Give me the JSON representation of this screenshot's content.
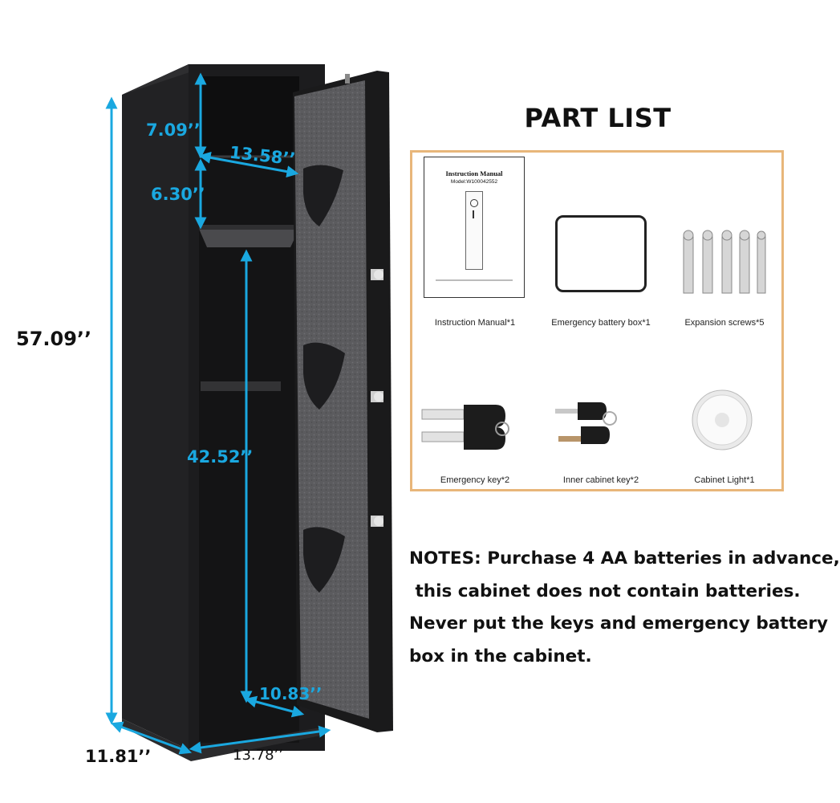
{
  "dimensions": {
    "height_total": "57.09’’",
    "top_compartment": "7.09’’",
    "top_width": "13.58’’",
    "second_compartment": "6.30’’",
    "lower_height": "42.52’’",
    "inner_depth": "10.83’’",
    "depth": "11.81’’",
    "width": "13.78’’"
  },
  "part_list": {
    "title": "PART LIST",
    "manual_cover_title": "Instruction Manual",
    "manual_cover_model": "Model:W100042552",
    "items": [
      {
        "label": "Instruction Manual*1",
        "icon": "instruction-manual-icon"
      },
      {
        "label": "Emergency battery box*1",
        "icon": "battery-box-icon"
      },
      {
        "label": "Expansion screws*5",
        "icon": "expansion-screw-icon"
      },
      {
        "label": "Emergency key*2",
        "icon": "emergency-key-icon"
      },
      {
        "label": "Inner cabinet key*2",
        "icon": "inner-key-icon"
      },
      {
        "label": "Cabinet Light*1",
        "icon": "cabinet-light-icon"
      }
    ]
  },
  "notes": {
    "lines": [
      "NOTES: Purchase 4 AA batteries in advance,",
      " this cabinet does not contain batteries.",
      "Never put the keys and emergency battery",
      "box in the cabinet."
    ]
  },
  "colors": {
    "dimension_blue": "#1aa8e0",
    "cabinet_black": "#1c1c1e",
    "door_felt": "#5a5a5c",
    "part_box_border": "#e8b67a"
  }
}
